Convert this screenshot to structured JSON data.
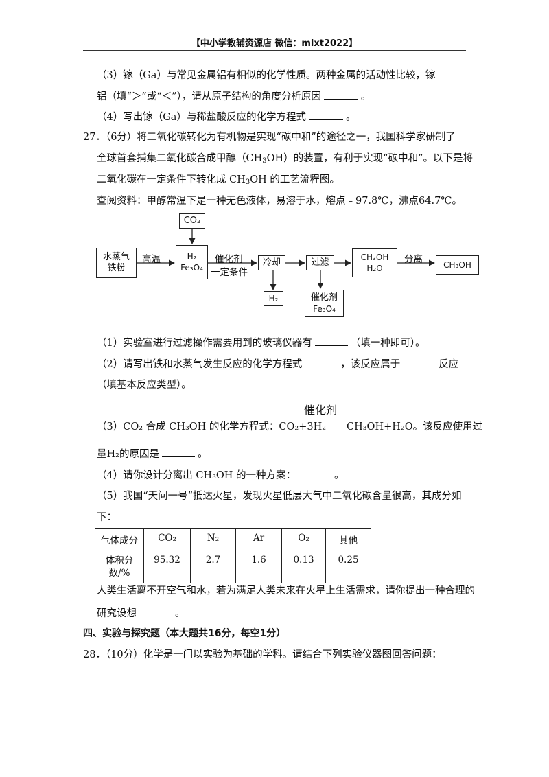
{
  "header": {
    "text": "【中小学教辅资源店 微信：mlxt2022】"
  },
  "q26": {
    "p3_line1": "（3）镓（Ga）与常见金属铝有相似的化学性质。两种金属的活动性比较，镓",
    "p3_line2_a": "铝（填“＞”或“＜”），请从原子结构的角度分析原因",
    "p3_line2_b": "。",
    "p4_a": "（4）写出镓（Ga）与稀盐酸反应的化学方程式",
    "p4_b": "。"
  },
  "q27": {
    "intro1": "27．（6分）将二氧化碳转化为有机物是实现“碳中和”的途径之一，我国科学家研制了",
    "intro2_a": "全球首套捕集二氧化碳合成甲醇（CH",
    "intro2_sub": "3",
    "intro2_b": "OH）的装置，有利于实现“碳中和”。以下是将",
    "intro3_a": "二氧化碳在一定条件下转化成 CH",
    "intro3_sub": "3",
    "intro3_b": "OH 的工艺流程图。",
    "info": "查阅资料：甲醇常温下是一种无色液体，易溶于水，熔点﹣97.8℃，沸点64.7℃。",
    "flow": {
      "co2": "CO₂",
      "start_l1": "水蒸气",
      "start_l2": "铁粉",
      "high_temp": "高温",
      "h2fe_l1": "H₂",
      "h2fe_l2": "Fe₃O₄",
      "catalyst": "催化剂",
      "condition": "一定条件",
      "cool": "冷却",
      "h2_out": "H₂",
      "filter": "过滤",
      "cat_out_l1": "催化剂",
      "cat_out_l2": "Fe₃O₄",
      "mix_l1": "CH₃OH",
      "mix_l2": "H₂O",
      "separate": "分离",
      "product": "CH₃OH"
    },
    "p1_a": "（1）实验室进行过滤操作需要用到的玻璃仪器有",
    "p1_b": "（填一种即可）。",
    "p2_a": "（2）请写出铁和水蒸气发生反应的化学方程式",
    "p2_b": "，该反应属于",
    "p2_c": "反应",
    "p2_line2": "（填基本反应类型）。",
    "p3_catalyst": "催化剂",
    "p3_a": "（3）CO₂ 合成 CH₃OH 的化学方程式：CO₂+3H₂",
    "p3_b": "CH₃OH+H₂O。该反应使用过",
    "p3_line2_a": "量H₂的原因是",
    "p3_line2_b": "。",
    "p4_a": "（4）请你设计分离出 CH₃OH 的一种方案：",
    "p4_b": "。",
    "p5_line1": "（5）我国“天问一号”抵达火星，发现火星低层大气中二氧化碳含量很高，其成分如",
    "p5_line2": "下：",
    "table": {
      "header": [
        "气体成分",
        "CO₂",
        "N₂",
        "Ar",
        "O₂",
        "其他"
      ],
      "row_label_l1": "体积分",
      "row_label_l2": "数/%",
      "values": [
        "95.32",
        "2.7",
        "1.6",
        "0.13",
        "0.25"
      ]
    },
    "after_table1": "人类生活离不开空气和水，若为满足人类未来在火星上生活需求，请你提出一种合理的",
    "after_table2_a": "研究设想",
    "after_table2_b": "。"
  },
  "section4": {
    "title": "四、实验与探究题（本大题共16分，每空1分）"
  },
  "q28": {
    "intro": "28．（10分）化学是一门以实验为基础的学科。请结合下列实验仪器图回答问题："
  }
}
